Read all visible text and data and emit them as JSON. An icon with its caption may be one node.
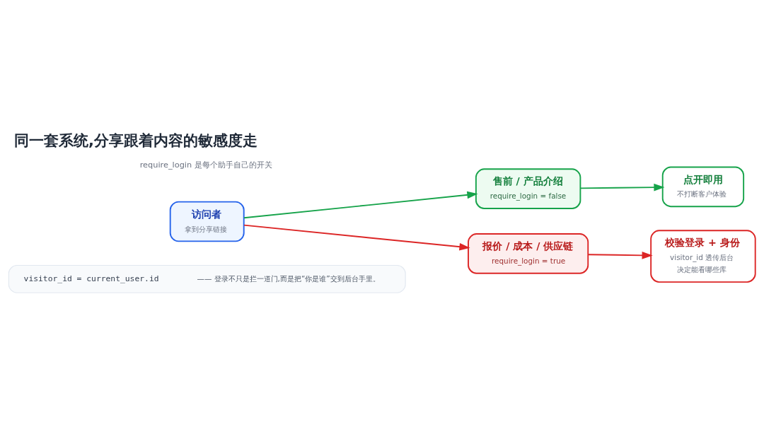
{
  "diagram": {
    "title": "同一套系统,分享跟着内容的敏感度走",
    "labels": [
      "require_login 是每个助手自己的开关"
    ],
    "nodes": [
      {
        "text": [
          "访问者",
          "拿到分享链接"
        ]
      },
      {
        "text": [
          "售前 / 产品介绍",
          "require_login = false"
        ]
      },
      {
        "text": [
          "点开即用",
          "不打断客户体验"
        ]
      },
      {
        "text": [
          "报价 / 成本 / 供应链",
          "require_login = true"
        ]
      },
      {
        "text": [
          "校验登录 + 身份",
          "visitor_id 透传后台",
          "决定能看哪些库"
        ]
      },
      {
        "text": [
          "visitor_id = current_user.id",
          "—— 登录不只是拦一道门,而是把“你是谁”交到后台手里。"
        ]
      }
    ],
    "edges": [
      {
        "from": 0,
        "to": 1,
        "arrow": "to",
        "color": "#16a34a"
      },
      {
        "from": 1,
        "to": 2,
        "arrow": "to",
        "color": "#16a34a"
      },
      {
        "from": 0,
        "to": 3,
        "arrow": "to",
        "color": "#dc2626"
      },
      {
        "from": 3,
        "to": 4,
        "arrow": "to",
        "color": "#dc2626"
      }
    ]
  }
}
